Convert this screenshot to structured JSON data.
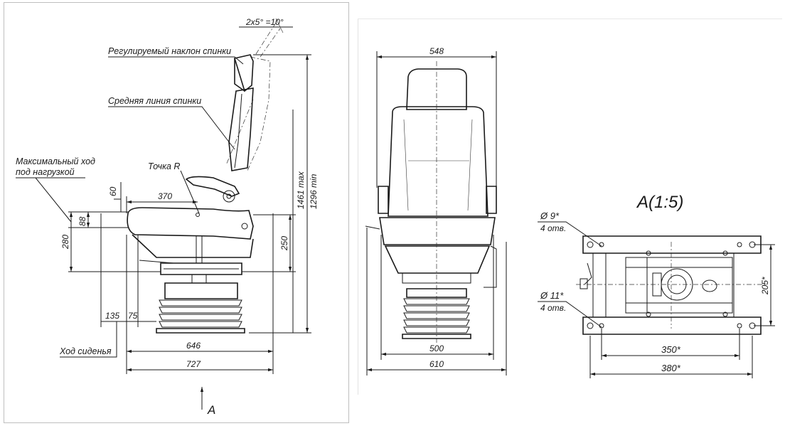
{
  "side_view": {
    "angle_label": "2x5° =10°",
    "backrest_tilt_label": "Регулируемый наклон спинки",
    "backrest_centerline_label": "Средняя линия спинки",
    "max_travel_label_line1": "Максимальный ход",
    "max_travel_label_line2": "под нагрузкой",
    "r_point_label": "Точка R",
    "seat_travel_label": "Ход сиденья",
    "view_arrow_label": "A",
    "dimensions": {
      "d60": "60",
      "d370": "370",
      "d88": "88",
      "d280": "280",
      "d250": "250",
      "d1461": "1461 max",
      "d1296": "1296 min",
      "d135": "135",
      "d75": "75",
      "d646": "646",
      "d727": "727"
    }
  },
  "front_view": {
    "dimensions": {
      "d548": "548",
      "d500": "500",
      "d610": "610"
    }
  },
  "view_a": {
    "title": "A(1:5)",
    "hole9_label": "Ø 9*",
    "hole9_count": "4 отв.",
    "hole11_label": "Ø 11*",
    "hole11_count": "4 отв.",
    "dimensions": {
      "d205": "205*",
      "d350": "350*",
      "d380": "380*"
    }
  }
}
